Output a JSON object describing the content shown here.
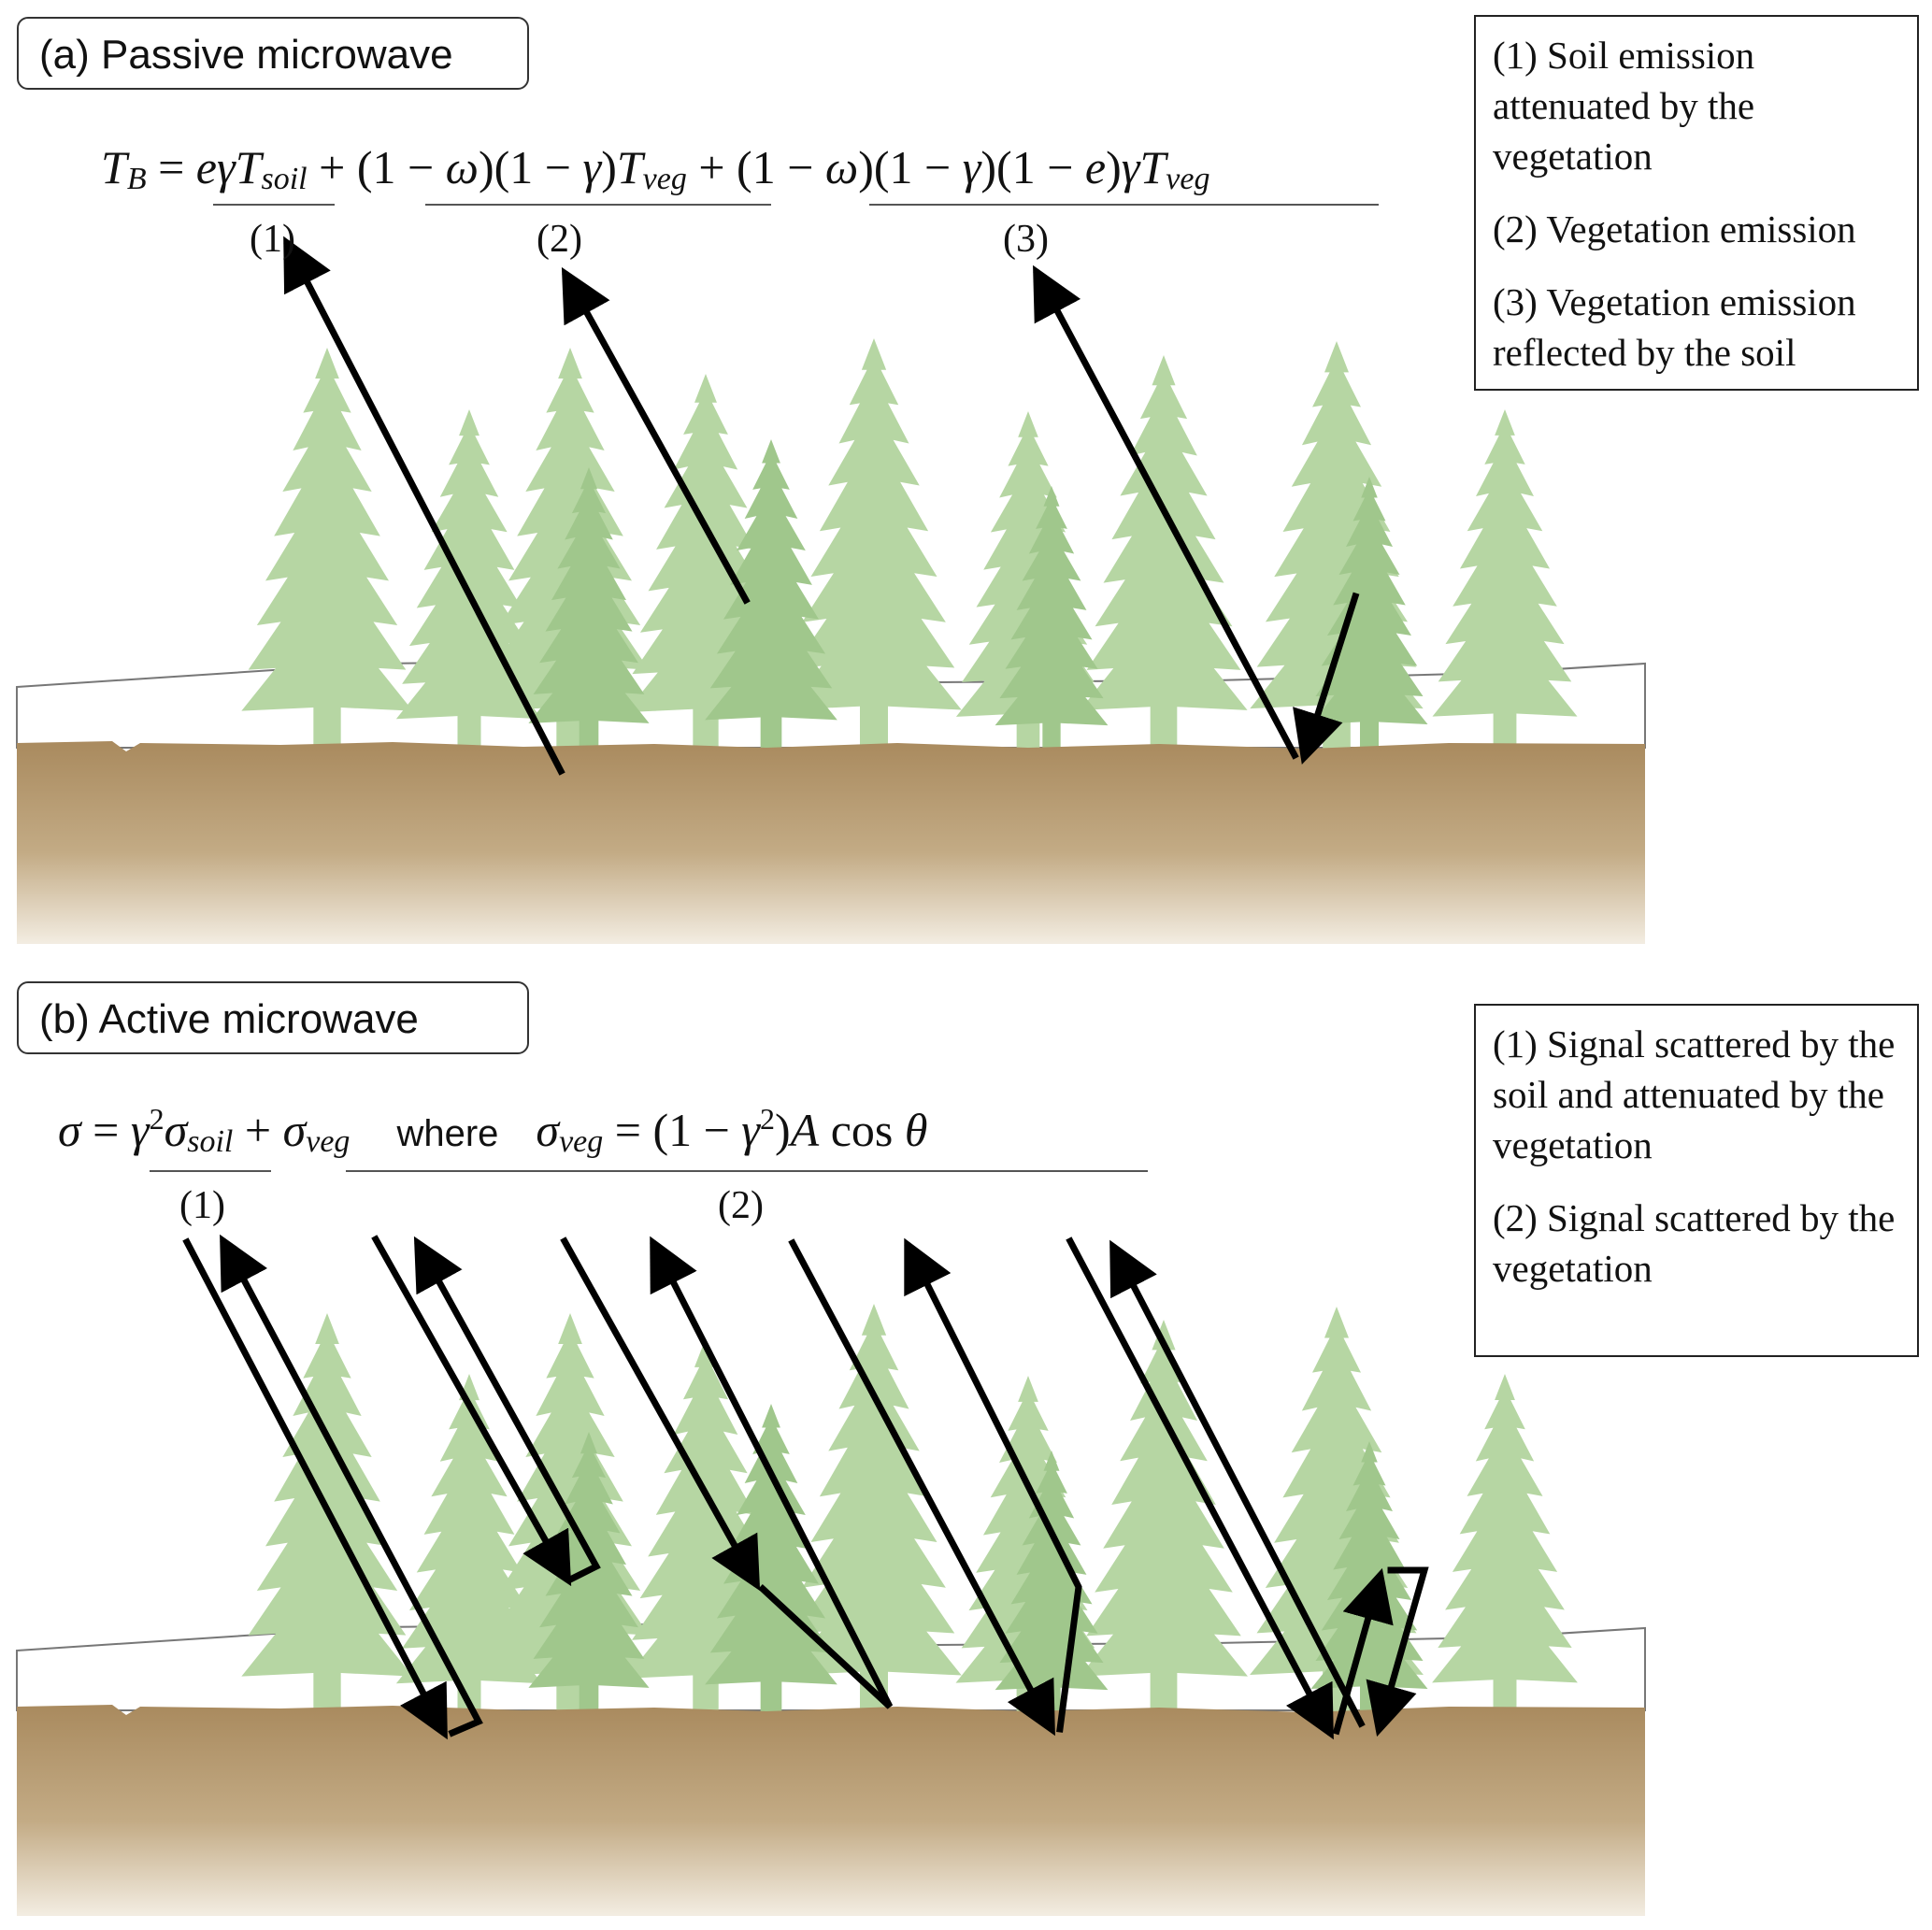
{
  "panel_a": {
    "label": "(a) Passive microwave",
    "term_labels": [
      "(1)",
      "(2)",
      "(3)"
    ],
    "legend": [
      "(1) Soil emission attenuated by the vegetation",
      "(2) Vegetation emission",
      "(3) Vegetation emission reflected by the soil"
    ]
  },
  "panel_b": {
    "label": "(b) Active microwave",
    "where_text": "where",
    "term_labels": [
      "(1)",
      "(2)"
    ],
    "legend": [
      "(1) Signal scattered by the soil and attenuated by the vegetation",
      "(2) Signal scattered by the vegetation"
    ]
  },
  "colors": {
    "tree_light": "#b3d4a0",
    "tree_dark": "#9cc486",
    "soil_top": "#a88a5e",
    "soil_bottom": "#f0e8d8",
    "arrow": "#000000"
  }
}
